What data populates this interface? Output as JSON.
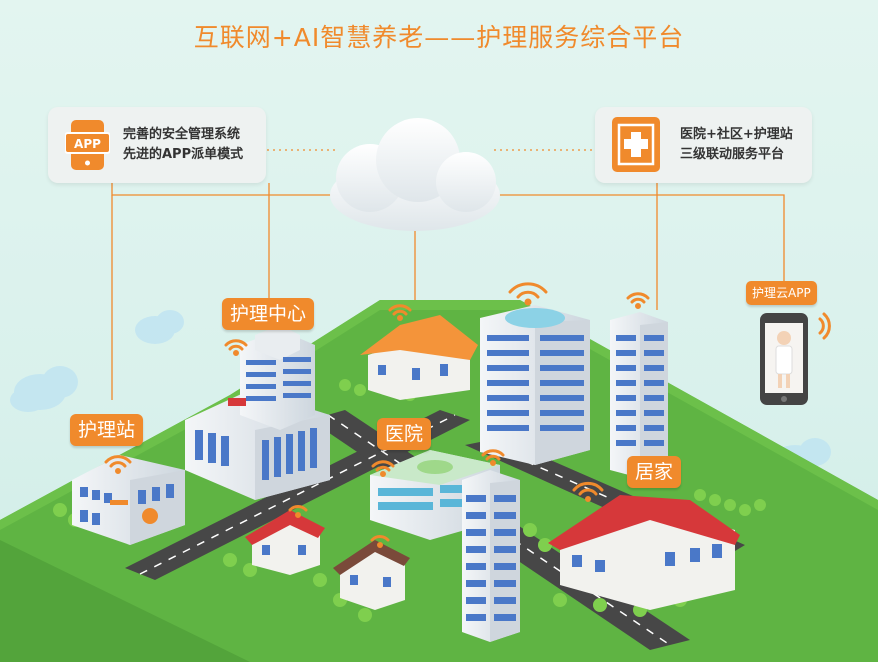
{
  "title": "互联网+AI智慧养老——护理服务综合平台",
  "cards": {
    "left": {
      "icon": "app-icon",
      "icon_text": "APP",
      "line1": "完善的安全管理系统",
      "line2": "先进的APP派单模式"
    },
    "right": {
      "icon": "medical-cross-icon",
      "line1": "医院+社区+护理站",
      "line2": "三级联动服务平台"
    }
  },
  "labels": {
    "care_center": "护理中心",
    "care_station": "护理站",
    "hospital": "医院",
    "home": "居家",
    "cloud_app": "护理云APP"
  },
  "colors": {
    "accent": "#f08a2c",
    "ground": "#6cc04a",
    "road": "#4a4a4a",
    "building_blue": "#4a78c8",
    "roof_red": "#d6383a",
    "background": "#dcf2ed"
  }
}
